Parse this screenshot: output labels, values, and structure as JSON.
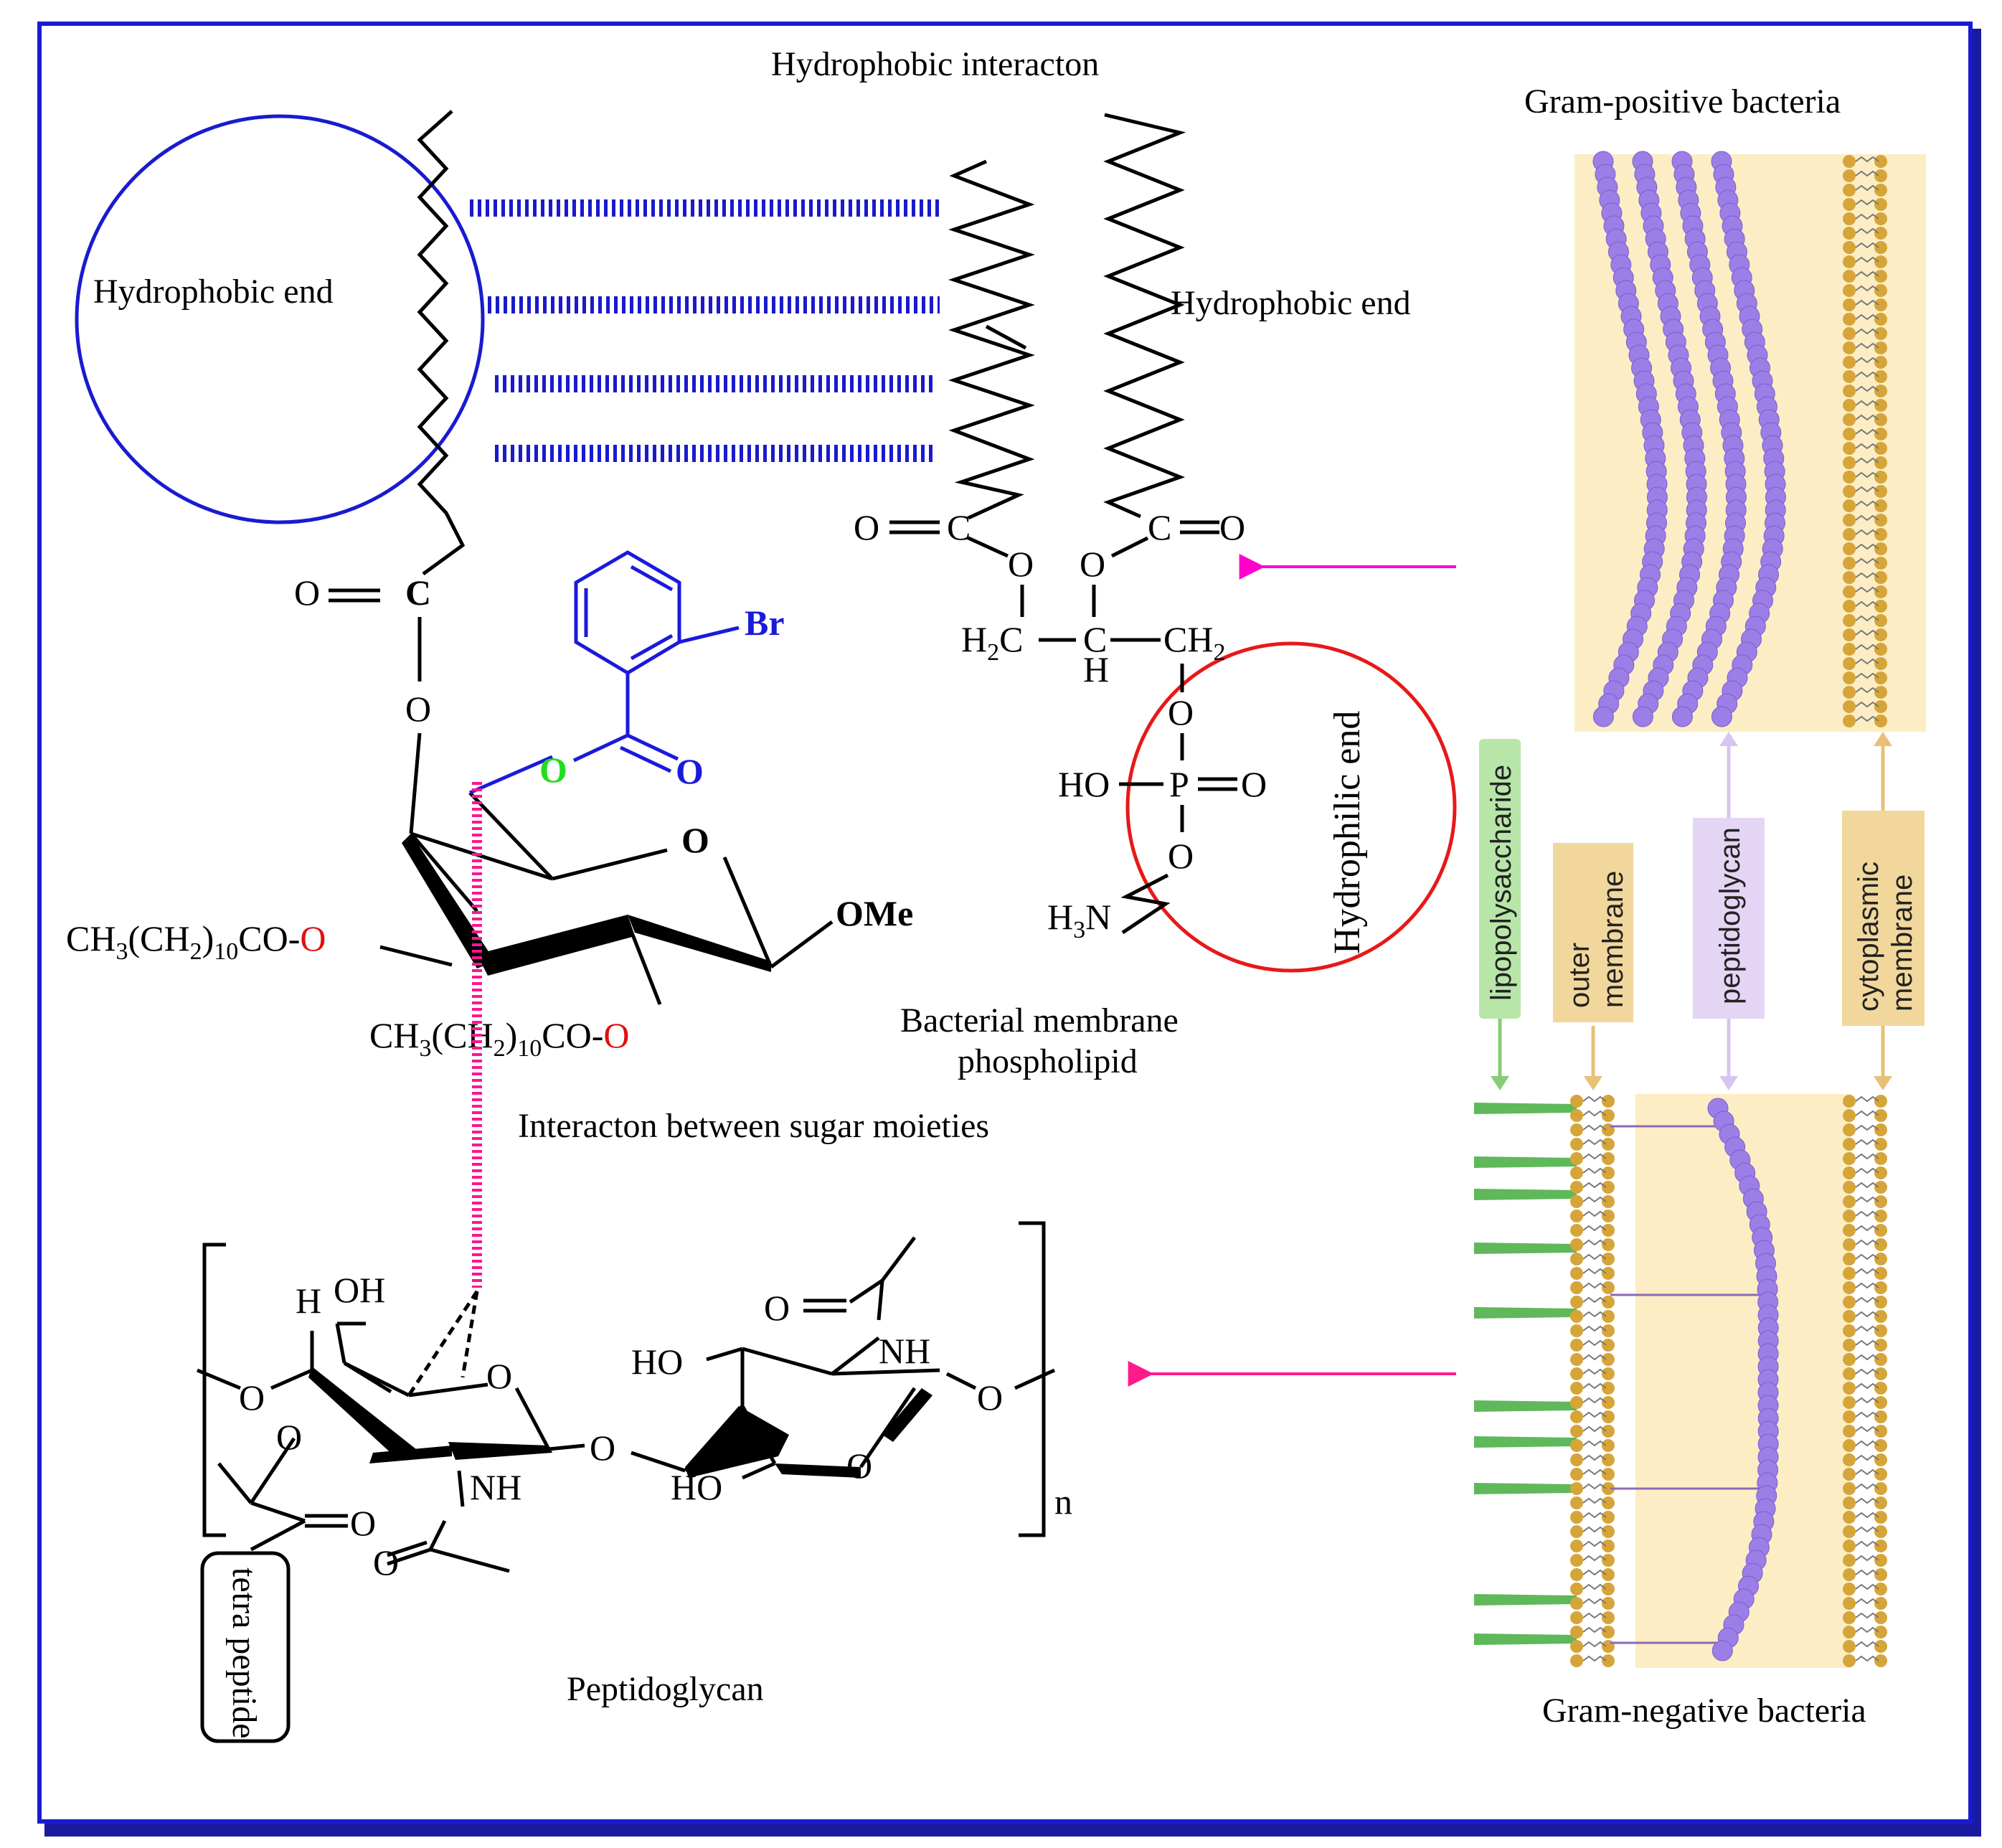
{
  "labels": {
    "hydrophobic_interaction": "Hydrophobic interacton",
    "hydrophobic_end_left": "Hydrophobic end",
    "hydrophobic_end_right": "Hydrophobic end",
    "hydrophilic_end": "Hydrophilic end",
    "bacterial_membrane_line1": "Bacterial membrane",
    "bacterial_membrane_line2": "phospholipid",
    "sugar_interaction": "Interacton between sugar moieties",
    "peptidoglycan": "Peptidoglycan",
    "tetra_peptide": "tetra peptide",
    "gram_positive": "Gram-positive bacteria",
    "gram_negative": "Gram-negative bacteria"
  },
  "legend": {
    "lipopolysaccharide": "lipopolysaccharide",
    "outer_line1": "outer",
    "outer_line2": "membrane",
    "peptidoglycan": "peptidoglycan",
    "cytoplasmic_line1": "cytoplasmic",
    "cytoplasmic_line2": "membrane"
  },
  "chem": {
    "carbonyl_o": "O",
    "ester_c": "C",
    "ester_o": "O",
    "bromine": "Br",
    "ring_o": "O",
    "ome": "OMe",
    "chain_prefix": "CH",
    "sub3": "3",
    "sub2": "2",
    "sub10": "10",
    "chain_mid": "(CH",
    "chain_close": ")",
    "chain_suffix": "CO-",
    "o": "O",
    "p": "P",
    "h": "H",
    "ho": "HO",
    "oh": "OH",
    "nh": "NH",
    "n": "N",
    "n_repeat": "n",
    "h2c_h": "H",
    "h2c_c": "C",
    "ch2_c": "CH",
    "c_center": "C"
  },
  "colors": {
    "frame": "#1a1ad0",
    "blue_ester": "#1a1adc",
    "green_o": "#22dd22",
    "red_o": "#e01010",
    "magenta": "#ff00cc",
    "pink_dash": "#ff1493",
    "red_circle": "#e81818",
    "blue_circle": "#1a1ad0",
    "peptidoglycan_bead": "#9b7fe6",
    "periplasm": "#fcedc4",
    "lipid_head": "#d6a53a",
    "lps_green": "#5fb85a"
  }
}
